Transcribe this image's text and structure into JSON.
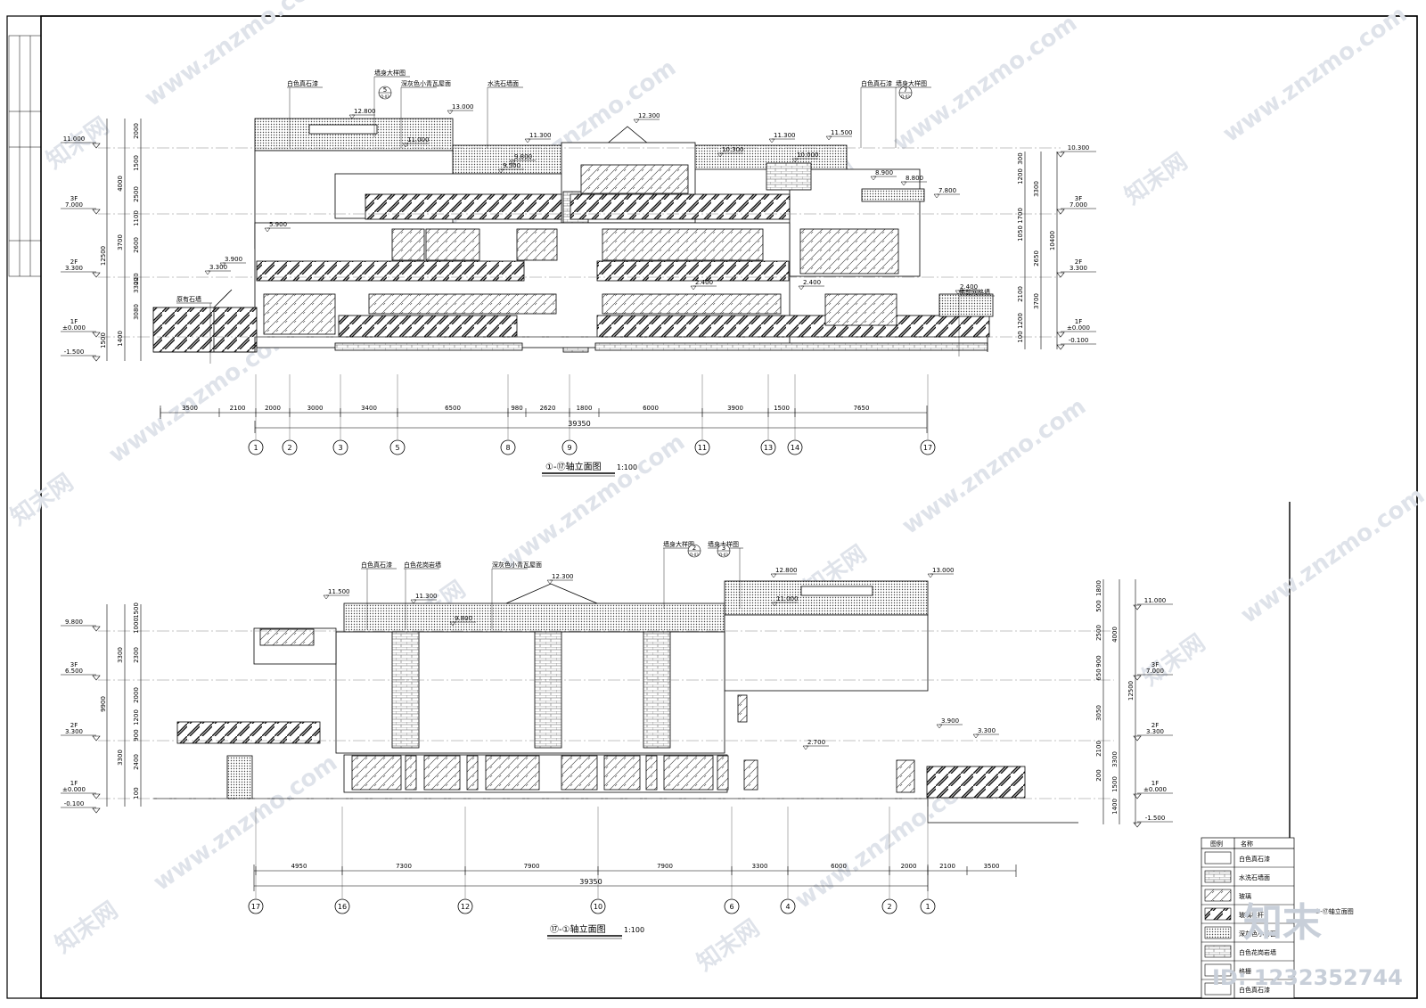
{
  "watermark": {
    "site": "www.znzmo.com",
    "brand": "知末网",
    "logo_text": "知末",
    "id_text": "ID: 1232352744"
  },
  "elevation_top": {
    "title": "①-⑰轴立面图",
    "scale": "1:100",
    "axes": [
      "1",
      "2",
      "3",
      "5",
      "8",
      "9",
      "11",
      "13",
      "14",
      "17"
    ],
    "dims": [
      "3500",
      "2100",
      "2000",
      "3000",
      "3400",
      "6500",
      "980",
      "2620",
      "1800",
      "6000",
      "3900",
      "1500",
      "7650"
    ],
    "total": "39350",
    "left_levels": [
      {
        "label": "",
        "value": "11.000"
      },
      {
        "label": "3F",
        "value": "7.000"
      },
      {
        "label": "2F",
        "value": "3.300"
      },
      {
        "label": "1F",
        "value": "±0.000"
      },
      {
        "label": "",
        "value": "-1.500"
      }
    ],
    "right_levels": [
      {
        "label": "",
        "value": "10.300"
      },
      {
        "label": "3F",
        "value": "7.000"
      },
      {
        "label": "2F",
        "value": "3.300"
      },
      {
        "label": "1F",
        "value": "±0.000"
      },
      {
        "label": "",
        "value": "-0.100"
      }
    ],
    "left_dims": [
      "2000",
      "1500",
      "4000",
      "2500",
      "1100",
      "3700",
      "2600",
      "12500",
      "3300",
      "3080",
      "220",
      "1500",
      "1400"
    ],
    "right_dims": [
      "300",
      "1200",
      "3300",
      "1700",
      "10400",
      "1050",
      "2650",
      "3700",
      "2100",
      "1200",
      "100"
    ],
    "spot_levels": [
      "12.800",
      "13.000",
      "11.300",
      "12.300",
      "11.300",
      "11.500",
      "10.300",
      "11.000",
      "9.800",
      "9.500",
      "10.000",
      "8.900",
      "8.800",
      "7.800",
      "5.900",
      "3.900",
      "3.300",
      "2.400",
      "2.400",
      "2.400"
    ],
    "notes": [
      "白色真石漆",
      "墙身大样图",
      "深灰色小青瓦屋面",
      "水洗石墙面",
      "白色真石漆",
      "墙身大样图",
      "原有石墙",
      "佛前网格墙"
    ],
    "detail_refs": [
      "5",
      "7"
    ],
    "detail_sheet": "D-03"
  },
  "elevation_bottom": {
    "title": "⑰-①轴立面图",
    "scale": "1:100",
    "axes": [
      "17",
      "16",
      "12",
      "10",
      "6",
      "4",
      "2",
      "1"
    ],
    "dims": [
      "4950",
      "7300",
      "7900",
      "7900",
      "3300",
      "6000",
      "2000",
      "2100",
      "3500"
    ],
    "total": "39350",
    "left_levels": [
      {
        "label": "",
        "value": "9.800"
      },
      {
        "label": "3F",
        "value": "6.500"
      },
      {
        "label": "2F",
        "value": "3.300"
      },
      {
        "label": "1F",
        "value": "±0.000"
      },
      {
        "label": "",
        "value": "-0.100"
      }
    ],
    "right_levels": [
      {
        "label": "",
        "value": "11.000"
      },
      {
        "label": "3F",
        "value": "7.000"
      },
      {
        "label": "2F",
        "value": "3.300"
      },
      {
        "label": "1F",
        "value": "±0.000"
      },
      {
        "label": "",
        "value": "-1.500"
      }
    ],
    "left_dims": [
      "1500",
      "1000",
      "3300",
      "2300",
      "9900",
      "2000",
      "1200",
      "900",
      "3300",
      "2400",
      "100"
    ],
    "right_dims": [
      "1800",
      "500",
      "2500",
      "4000",
      "900",
      "650",
      "12500",
      "3050",
      "3300",
      "2100",
      "200",
      "1500",
      "1400"
    ],
    "spot_levels": [
      "11.500",
      "11.300",
      "9.800",
      "12.300",
      "12.800",
      "13.000",
      "11.000",
      "3.900",
      "3.300",
      "2.700"
    ],
    "notes": [
      "白色真石漆",
      "白色花岗岩墙",
      "深灰色小青瓦屋面",
      "墙身大样图",
      "墙身大样图"
    ],
    "detail_refs": [
      "2",
      "3"
    ],
    "detail_sheet": "D-03"
  },
  "legend": {
    "header": [
      "图例",
      "名称"
    ],
    "items": [
      "白色真石漆",
      "水洗石墙面",
      "玻璃",
      "玻璃栏杆",
      "深灰色小青瓦",
      "白色花岗岩墙",
      "格栅",
      "白色真石漆"
    ]
  },
  "side_ref": "①-⑰轴立面图"
}
